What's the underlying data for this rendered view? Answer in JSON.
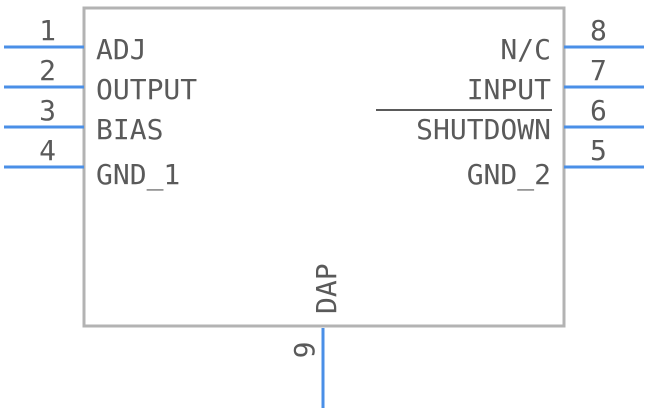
{
  "component": {
    "pins": [
      {
        "number": "1",
        "name": "ADJ"
      },
      {
        "number": "2",
        "name": "OUTPUT"
      },
      {
        "number": "3",
        "name": "BIAS"
      },
      {
        "number": "4",
        "name": "GND_1"
      },
      {
        "number": "5",
        "name": "GND_2"
      },
      {
        "number": "6",
        "name": "SHUTDOWN",
        "active_low": true
      },
      {
        "number": "7",
        "name": "INPUT"
      },
      {
        "number": "8",
        "name": "N/C"
      },
      {
        "number": "9",
        "name": "DAP"
      }
    ]
  },
  "colors": {
    "pin": "#4a8fe7",
    "body_outline": "#b3b3b3",
    "text": "#5a5a5a"
  }
}
